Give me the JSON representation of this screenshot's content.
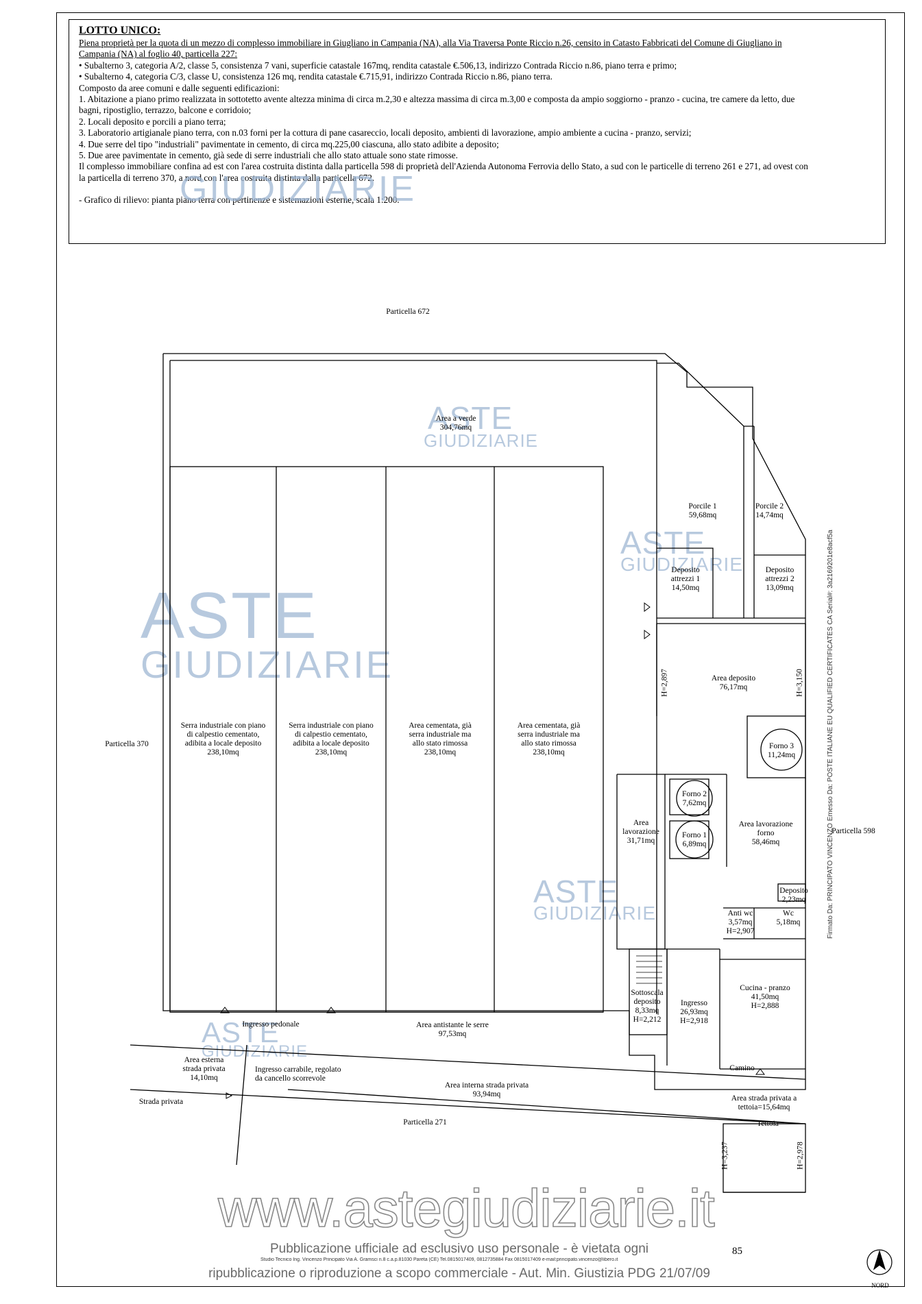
{
  "header": {
    "title": "LOTTO UNICO:",
    "lines": [
      "Piena proprietà per la quota di un mezzo di complesso immobiliare in Giugliano in Campania (NA), alla Via Traversa Ponte Riccio n.26, censito in Catasto Fabbricati del Comune di Giugliano in",
      "Campania (NA) al foglio 40, particella 227:",
      "•   Subalterno 3, categoria A/2, classe 5, consistenza 7 vani, superficie catastale 167mq, rendita catastale €.506,13, indirizzo Contrada Riccio n.86, piano terra e primo;",
      "•   Subalterno 4, categoria C/3, classe U, consistenza 126 mq, rendita catastale €.715,91, indirizzo Contrada Riccio n.86, piano terra.",
      "Composto da aree comuni e dalle seguenti edificazioni:",
      "1.  Abitazione a piano primo realizzata in sottotetto avente altezza minima di circa m.2,30 e altezza massima di circa m.3,00 e composta da ampio soggiorno - pranzo - cucina, tre camere da letto, due",
      "     bagni, ripostiglio, terrazzo, balcone e corridoio;",
      "2.  Locali deposito e porcili a piano terra;",
      "3.  Laboratorio artigianale piano terra, con n.03 forni per la cottura di pane casareccio, locali deposito, ambienti di lavorazione, ampio ambiente a cucina - pranzo, servizi;",
      "4.  Due serre del tipo \"industriali\" pavimentate in cemento, di circa mq.225,00 ciascuna, allo stato adibite a deposito;",
      "5.  Due aree pavimentate in cemento, già sede di serre industriali che allo stato attuale sono state rimosse.",
      "Il complesso immobiliare confina ad est con l'area costruita distinta dalla particella 598 di proprietà dell'Azienda Autonoma Ferrovia dello Stato, a sud con le particelle di terreno 261 e 271, ad ovest con",
      "la particella di terreno 370, a nord con l'area costruita distinta dalla particella 672.",
      "",
      "- Grafico di rilievo: pianta piano terra con pertinenze e sistemazioni esterne, scala 1:200."
    ]
  },
  "watermark": {
    "brand_top": "ASTE",
    "brand_bottom": "GIUDIZIARIE"
  },
  "plan": {
    "particella_672": "Particella 672",
    "particella_370": "Particella 370",
    "particella_598": "Particella 598",
    "particella_271": "Particella 271",
    "strada_privata": "Strada privata",
    "area_verde": "Area a verde",
    "area_verde_mq": "304,76mq",
    "serra_1": [
      "Serra industriale con piano",
      "di calpestio cementato,",
      "adibita a locale deposito",
      "238,10mq"
    ],
    "serra_2": [
      "Serra industriale con piano",
      "di calpestio cementato,",
      "adibita a locale deposito",
      "238,10mq"
    ],
    "serra_3": [
      "Area cementata, già",
      "serra industriale ma",
      "allo stato rimossa",
      "238,10mq"
    ],
    "serra_4": [
      "Area cementata, già",
      "serra industriale ma",
      "allo stato rimossa",
      "238,10mq"
    ],
    "porcile_1": [
      "Porcile 1",
      "59,68mq"
    ],
    "porcile_2": [
      "Porcile 2",
      "14,74mq"
    ],
    "deposito_attrezzi_1": [
      "Deposito",
      "attrezzi 1",
      "14,50mq"
    ],
    "deposito_attrezzi_2": [
      "Deposito",
      "attrezzi 2",
      "13,09mq"
    ],
    "area_deposito": [
      "Area deposito",
      "76,17mq"
    ],
    "h_2897": "H=2,897",
    "h_3150": "H=3,150",
    "forno_3": [
      "Forno 3",
      "11,24mq"
    ],
    "forno_2": [
      "Forno 2",
      "7,62mq"
    ],
    "forno_1": [
      "Forno 1",
      "6,89mq"
    ],
    "area_lavorazione": [
      "Area",
      "lavorazione",
      "31,71mq"
    ],
    "area_lavorazione_forno": [
      "Area lavorazione",
      "forno",
      "58,46mq"
    ],
    "deposito_small": [
      "Deposito",
      "2,23mq"
    ],
    "anti_wc": [
      "Anti wc",
      "3,57mq",
      "H=2,907"
    ],
    "wc": [
      "Wc",
      "5,18mq"
    ],
    "sottoscala": [
      "Sottoscala",
      "deposito",
      "8,33mq",
      "H=2,212"
    ],
    "ingresso": [
      "Ingresso",
      "26,93mq",
      "H=2,918"
    ],
    "cucina": [
      "Cucina - pranzo",
      "41,50mq",
      "H=2,888"
    ],
    "camino": "Camino",
    "ingresso_pedonale": "Ingresso pedonale",
    "area_antistante": [
      "Area antistante le serre",
      "97,53mq"
    ],
    "area_esterna": [
      "Area esterna",
      "strada privata",
      "14,10mq"
    ],
    "ingresso_carrabile": [
      "Ingresso carrabile, regolato",
      "da cancello scorrevole"
    ],
    "area_interna": [
      "Area interna strada privata",
      "93,94mq"
    ],
    "area_tettoia": [
      "Area strada privata a",
      "tettoia=15,64mq"
    ],
    "tettoia": "Tettoia",
    "h_3237": "H=3,237",
    "h_2978": "H=2,978",
    "nord": "NORD"
  },
  "footer": {
    "website": "www.astegiudiziarie.it",
    "line1": "Pubblicazione ufficiale ad esclusivo uso personale - è vietata ogni",
    "line2": "ripubblicazione o riproduzione a scopo commerciale - Aut. Min. Giustizia PDG 21/07/09",
    "studio": "Studio Tecnico Ing. Vincenzo Principato Via A. Gramsci n.8 c.a.p.81030 Pareta (CE) Tel.0815017409, 0812735884 Fax 0815017409 e-mail:principato.vincenzo@libero.it",
    "page_number": "85",
    "signature": "Firmato Da: PRINCIPATO VINCENZO Emesso Da: POSTE ITALIANE EU QUALIFIED CERTIFICATES CA Serial#: 3a2169201e8acf5a"
  },
  "colors": {
    "watermark": "#9fb7d4",
    "line": "#000000"
  }
}
